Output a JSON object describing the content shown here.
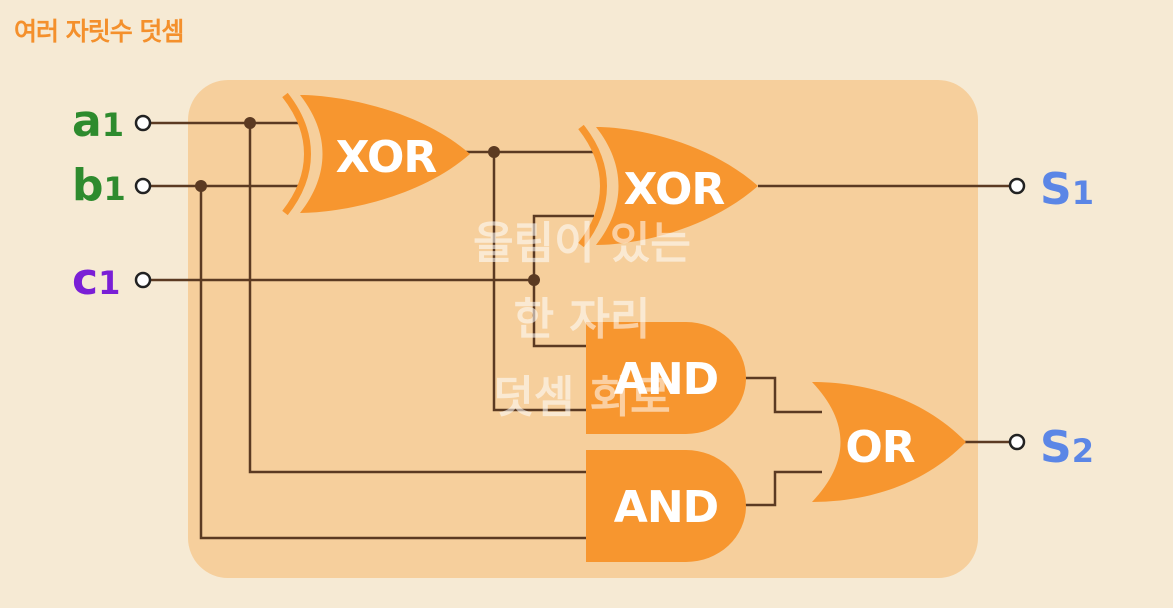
{
  "title": "여러 자릿수 덧셈",
  "colors": {
    "title": "#f4902c",
    "gate_fill": "#f7962f",
    "panel": "#f6cf9c",
    "wire": "#5b3a22",
    "input_a": "#2e8b2e",
    "input_b": "#2e8b2e",
    "input_c": "#7a1fd6",
    "output": "#5b86e6"
  },
  "inputs": [
    {
      "letter": "a",
      "sub": "1"
    },
    {
      "letter": "b",
      "sub": "1"
    },
    {
      "letter": "c",
      "sub": "1"
    }
  ],
  "outputs": [
    {
      "letter": "S",
      "sub": "1"
    },
    {
      "letter": "S",
      "sub": "2"
    }
  ],
  "gates": {
    "xor1": "XOR",
    "xor2": "XOR",
    "and1": "AND",
    "and2": "AND",
    "or1": "OR"
  },
  "overlay_lines": [
    "올림이 있는",
    "한 자리",
    "덧셈 회로"
  ]
}
